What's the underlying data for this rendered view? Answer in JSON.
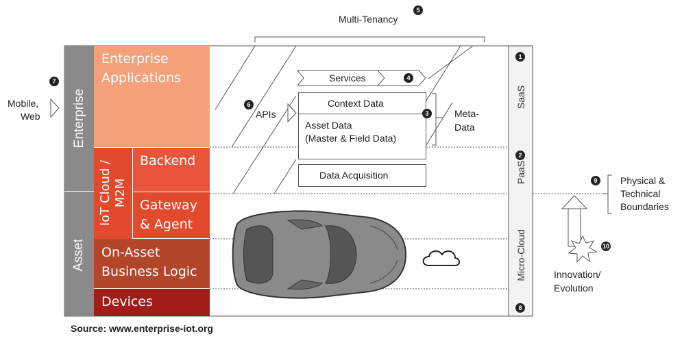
{
  "title": "Multi-Tenancy",
  "labels": {
    "mobile_web_line1": "Mobile,",
    "mobile_web_line2": "Web",
    "enterprise": "Enterprise",
    "asset": "Asset",
    "iot_cloud": "IoT Cloud /",
    "m2m": "M2M",
    "saas": "SaaS",
    "paas": "PaaS",
    "micro_cloud": "Micro-Cloud",
    "apis": "APIs",
    "meta_data_line1": "Meta-",
    "meta_data_line2": "Data",
    "physical_line1": "Physical &",
    "physical_line2": "Technical",
    "physical_line3": "Boundaries",
    "innovation_line1": "Innovation/",
    "innovation_line2": "Evolution"
  },
  "blocks": {
    "enterprise_apps_line1": "Enterprise",
    "enterprise_apps_line2": "Applications",
    "backend": "Backend",
    "gateway_line1": "Gateway",
    "gateway_line2": "& Agent",
    "on_asset_line1": "On-Asset",
    "on_asset_line2": "Business Logic",
    "devices": "Devices"
  },
  "boxes": {
    "services": "Services",
    "context_data": "Context Data",
    "asset_data_line1": "Asset Data",
    "asset_data_line2": "(Master & Field Data)",
    "data_acquisition": "Data Acquisition"
  },
  "markers": {
    "m1": "1",
    "m2": "2",
    "m3": "3",
    "m4": "4",
    "m5": "5",
    "m6": "6",
    "m7": "7",
    "m8": "8",
    "m9": "9",
    "m10": "10"
  },
  "source": "Source: www.enterprise-iot.org",
  "colors": {
    "enterprise_apps": "#f4a07a",
    "backend": "#e8553a",
    "gateway": "#e24a2e",
    "on_asset": "#b3452b",
    "devices": "#a31d18",
    "side_gray": "#8a8a8a"
  }
}
